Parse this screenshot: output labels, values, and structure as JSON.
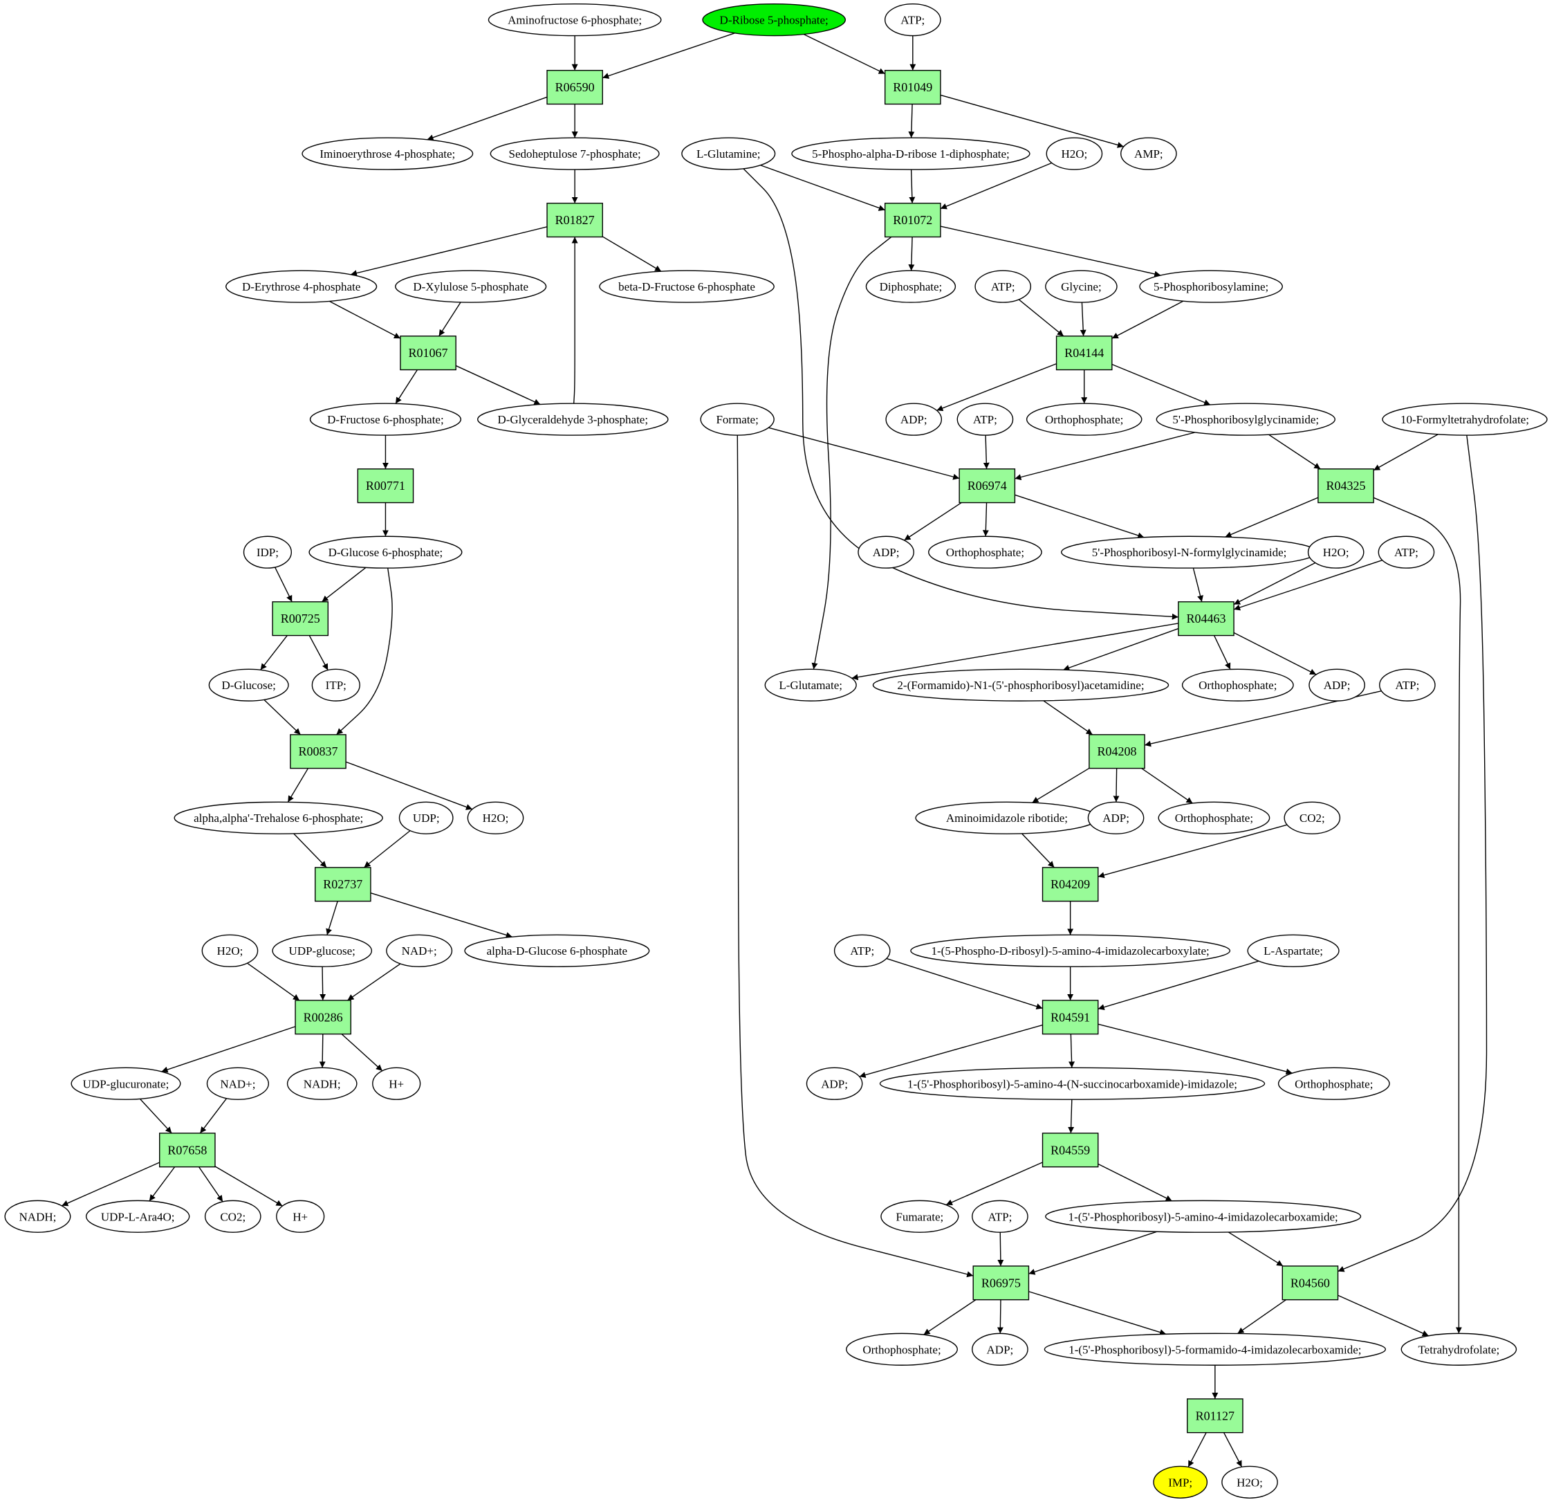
{
  "colors": {
    "start": "#00ee00",
    "end": "#ffff00",
    "reaction": "#98fb98"
  },
  "reactions": [
    "R06590",
    "R01049",
    "R01827",
    "R01072",
    "R01067",
    "R04144",
    "R00771",
    "R06974",
    "R04325",
    "R00725",
    "R04463",
    "R00837",
    "R04208",
    "R02737",
    "R04209",
    "R00286",
    "R04591",
    "R07658",
    "R04559",
    "R06975",
    "R04560",
    "R01127"
  ],
  "compounds": {
    "aminofructose": "Aminofructose 6-phosphate;",
    "ribose5p": "D-Ribose 5-phosphate;",
    "atp_top": "ATP;",
    "iminoerythrose": "Iminoerythrose 4-phosphate;",
    "sedoheptulose": "Sedoheptulose 7-phosphate;",
    "glutamine": "L-Glutamine;",
    "prpp": "5-Phospho-alpha-D-ribose 1-diphosphate;",
    "h2o_1": "H2O;",
    "amp": "AMP;",
    "erythrose": "D-Erythrose 4-phosphate",
    "xylulose": "D-Xylulose 5-phosphate",
    "fructose_beta": "beta-D-Fructose 6-phosphate",
    "diphosphate": "Diphosphate;",
    "atp_2": "ATP;",
    "glycine": "Glycine;",
    "pra": "5-Phosphoribosylamine;",
    "f6p": "D-Fructose 6-phosphate;",
    "g3p": "D-Glyceraldehyde 3-phosphate;",
    "formate": "Formate;",
    "adp_1": "ADP;",
    "atp_3": "ATP;",
    "ortho_1": "Orthophosphate;",
    "gar": "5'-Phosphoribosylglycinamide;",
    "formylthf": "10-Formyltetrahydrofolate;",
    "idp": "IDP;",
    "g6p": "D-Glucose 6-phosphate;",
    "adp_2": "ADP;",
    "ortho_2": "Orthophosphate;",
    "fgar": "5'-Phosphoribosyl-N-formylglycinamide;",
    "h2o_2": "H2O;",
    "atp_4": "ATP;",
    "glucose": "D-Glucose;",
    "itp": "ITP;",
    "glutamate": "L-Glutamate;",
    "fgam": "2-(Formamido)-N1-(5'-phosphoribosyl)acetamidine;",
    "ortho_3": "Orthophosphate;",
    "adp_3": "ADP;",
    "atp_5": "ATP;",
    "trehalose6p": "alpha,alpha'-Trehalose 6-phosphate;",
    "udp": "UDP;",
    "h2o_3": "H2O;",
    "air": "Aminoimidazole ribotide;",
    "adp_4": "ADP;",
    "ortho_4": "Orthophosphate;",
    "co2_1": "CO2;",
    "h2o_4": "H2O;",
    "udpglucose": "UDP-glucose;",
    "nad_1": "NAD+;",
    "ag6p": "alpha-D-Glucose 6-phosphate",
    "atp_6": "ATP;",
    "cair": "1-(5-Phospho-D-ribosyl)-5-amino-4-imidazolecarboxylate;",
    "aspartate": "L-Aspartate;",
    "udpglucuronate": "UDP-glucuronate;",
    "nad_2": "NAD+;",
    "nadh_1": "NADH;",
    "h_1": "H+",
    "adp_5": "ADP;",
    "saicar": "1-(5'-Phosphoribosyl)-5-amino-4-(N-succinocarboxamide)-imidazole;",
    "ortho_5": "Orthophosphate;",
    "nadh_2": "NADH;",
    "udpara": "UDP-L-Ara4O;",
    "co2_2": "CO2;",
    "h_2": "H+",
    "fumarate": "Fumarate;",
    "atp_7": "ATP;",
    "aicar": "1-(5'-Phosphoribosyl)-5-amino-4-imidazolecarboxamide;",
    "ortho_6": "Orthophosphate;",
    "adp_6": "ADP;",
    "faicar": "1-(5'-Phosphoribosyl)-5-formamido-4-imidazolecarboxamide;",
    "thf": "Tetrahydrofolate;",
    "imp": "IMP;",
    "h2o_5": "H2O;"
  }
}
